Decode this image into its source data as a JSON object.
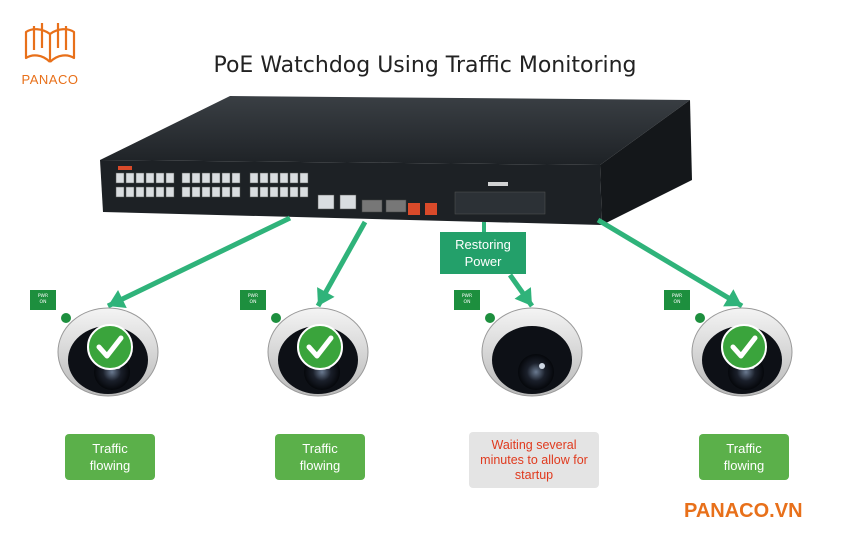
{
  "brand": {
    "name": "PANACO",
    "website": "PANACO.VN",
    "accent": "#e8701a"
  },
  "title": "PoE Watchdog Using Traffic Monitoring",
  "switch_label": "Restoring Power",
  "pwr_tag": {
    "line1": "PWR",
    "line2": "ON"
  },
  "cameras": [
    {
      "status": "ok",
      "label": "Traffic flowing"
    },
    {
      "status": "ok",
      "label": "Traffic flowing"
    },
    {
      "status": "restarting",
      "label": "Waiting several minutes to allow for startup"
    },
    {
      "status": "ok",
      "label": "Traffic flowing"
    }
  ],
  "colors": {
    "ok_green": "#5bb04a",
    "arrow_green": "#2fb37a",
    "wait_text": "#e03a1e",
    "switch_body": "#262a2e"
  }
}
